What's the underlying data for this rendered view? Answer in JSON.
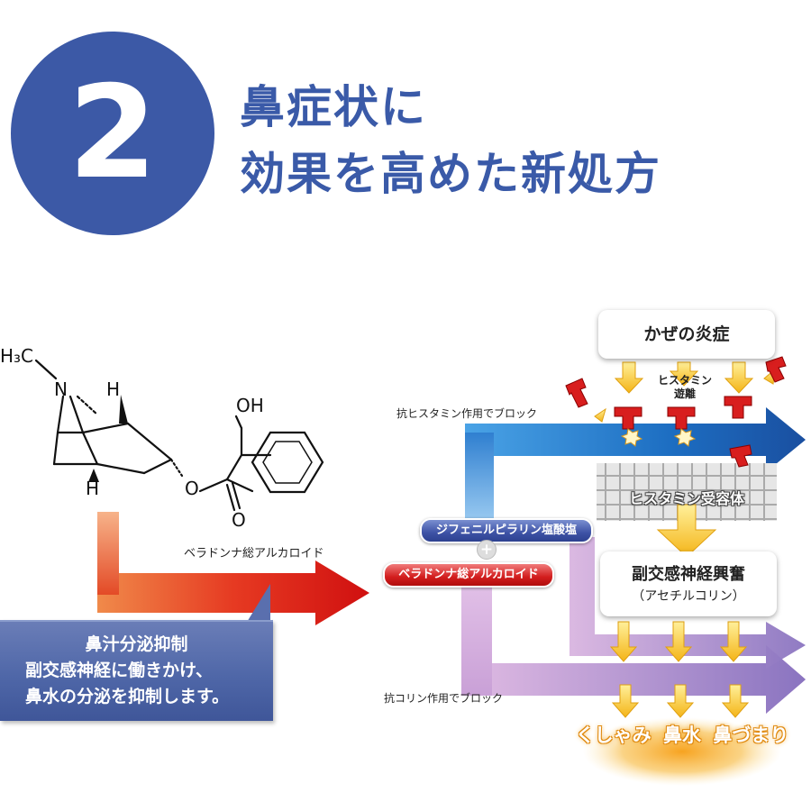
{
  "header": {
    "number": "2",
    "title_lines": [
      "鼻症状に",
      "効果を高めた新処方"
    ]
  },
  "molecule": {
    "atoms": {
      "h3c": "H₃C",
      "n": "N",
      "h_top": "H",
      "h_bottom": "H",
      "oh": "OH",
      "o_ester": "O",
      "o_carbonyl": "O"
    },
    "caption": "ベラドンナ総アルカロイド"
  },
  "info_panel": {
    "title": "鼻汁分泌抑制",
    "body_lines": [
      "副交感神経に働きかけ、",
      "鼻水の分泌を抑制します。"
    ]
  },
  "mechanism": {
    "label_antihistamine": "抗ヒスタミン作用でブロック",
    "label_anticholine": "抗コリン作用でブロック",
    "ingredient_1": "ジフェニルピラリン塩酸塩",
    "plus": "+",
    "ingredient_2": "ベラドンナ総アルカロイド",
    "inflammation": "かぜの炎症",
    "histamine_release": [
      "ヒスタミン",
      "遊離"
    ],
    "receptor": "ヒスタミン受容体",
    "nerve_main": "副交感神経興奮",
    "nerve_sub": "（アセチルコリン）",
    "symptoms": [
      "くしゃみ",
      "鼻水",
      "鼻づまり"
    ]
  },
  "colors": {
    "brand_blue": "#3c59a6",
    "arrow_red": "#e0201a",
    "arrow_blue": "#2a6fc0",
    "arrow_purple": "#a98cc8",
    "arrow_yellow": "#f5c21b"
  }
}
